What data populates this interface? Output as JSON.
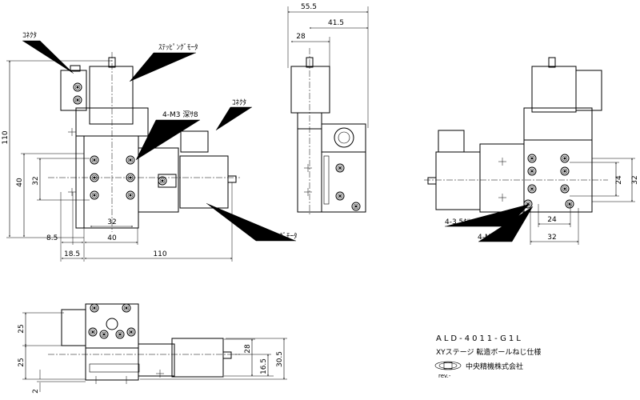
{
  "drawing": {
    "front_view": {
      "labels": {
        "connector_top": "ｺﾈｸﾀ",
        "motor_top": "ｽﾃｯﾋﾟﾝｸﾞﾓｰﾀ",
        "tapped_holes": "4-M3 深ｻ8",
        "connector_right": "ｺﾈｸﾀ",
        "motor_right": "ｽﾃｯﾋﾟﾝｸﾞﾓｰﾀ"
      },
      "dimensions": {
        "overall_height": "110",
        "table_height": "40",
        "hole_pitch_v": "32",
        "hole_pitch_h": "32",
        "table_width": "40",
        "offset_small": "8.5",
        "offset_large": "18.5",
        "overall_width": "110"
      }
    },
    "side_view": {
      "dimensions": {
        "overall": "55.5",
        "motor_offset": "41.5",
        "motor_width": "28"
      }
    },
    "rear_view": {
      "labels": {
        "counterbore": "4-3.5ｷﾘ,6深ｻﾞｸﾞﾘ",
        "tapped_holes": "4-M3 深ｻ6"
      },
      "dimensions": {
        "pitch_v_inner": "24",
        "pitch_v_outer": "32",
        "pitch_h_inner": "24",
        "pitch_h_outer": "32"
      }
    },
    "bottom_view": {
      "dimensions": {
        "upper": "25",
        "lower": "25",
        "base": "2",
        "motor_height": "28",
        "shaft_height": "16.5",
        "motor_total": "30.5"
      }
    },
    "title_block": {
      "model": "ALD-4011-G1L",
      "description": "XYステージ 転造ボールねじ仕様",
      "company": "中央精機株式会社",
      "revision": "rev.-"
    }
  }
}
